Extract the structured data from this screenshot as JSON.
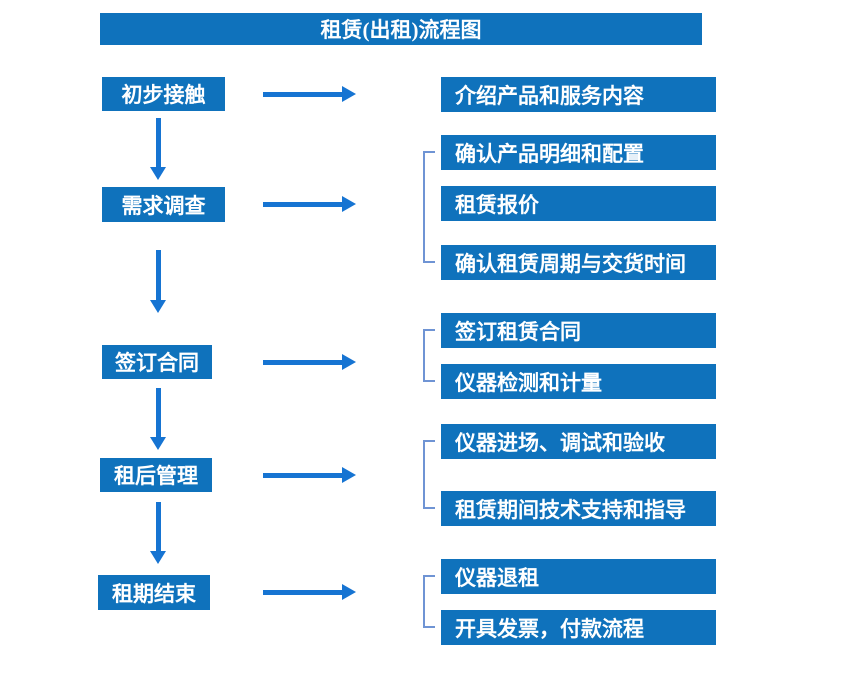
{
  "title": "租赁(出租)流程图",
  "colors": {
    "box": "#0f72bc",
    "arrow": "#1674d2",
    "bracket": "#6f94d4",
    "text": "#ffffff",
    "bg": "#ffffff"
  },
  "stages": [
    {
      "label": "初步接触",
      "details": [
        "介绍产品和服务内容"
      ]
    },
    {
      "label": "需求调查",
      "details": [
        "确认产品明细和配置",
        "租赁报价",
        "确认租赁周期与交货时间"
      ]
    },
    {
      "label": "签订合同",
      "details": [
        "签订租赁合同",
        "仪器检测和计量"
      ]
    },
    {
      "label": "租后管理",
      "details": [
        "仪器进场、调试和验收",
        "租赁期间技术支持和指导"
      ]
    },
    {
      "label": "租期结束",
      "details": [
        "仪器退租",
        "开具发票，付款流程"
      ]
    }
  ]
}
